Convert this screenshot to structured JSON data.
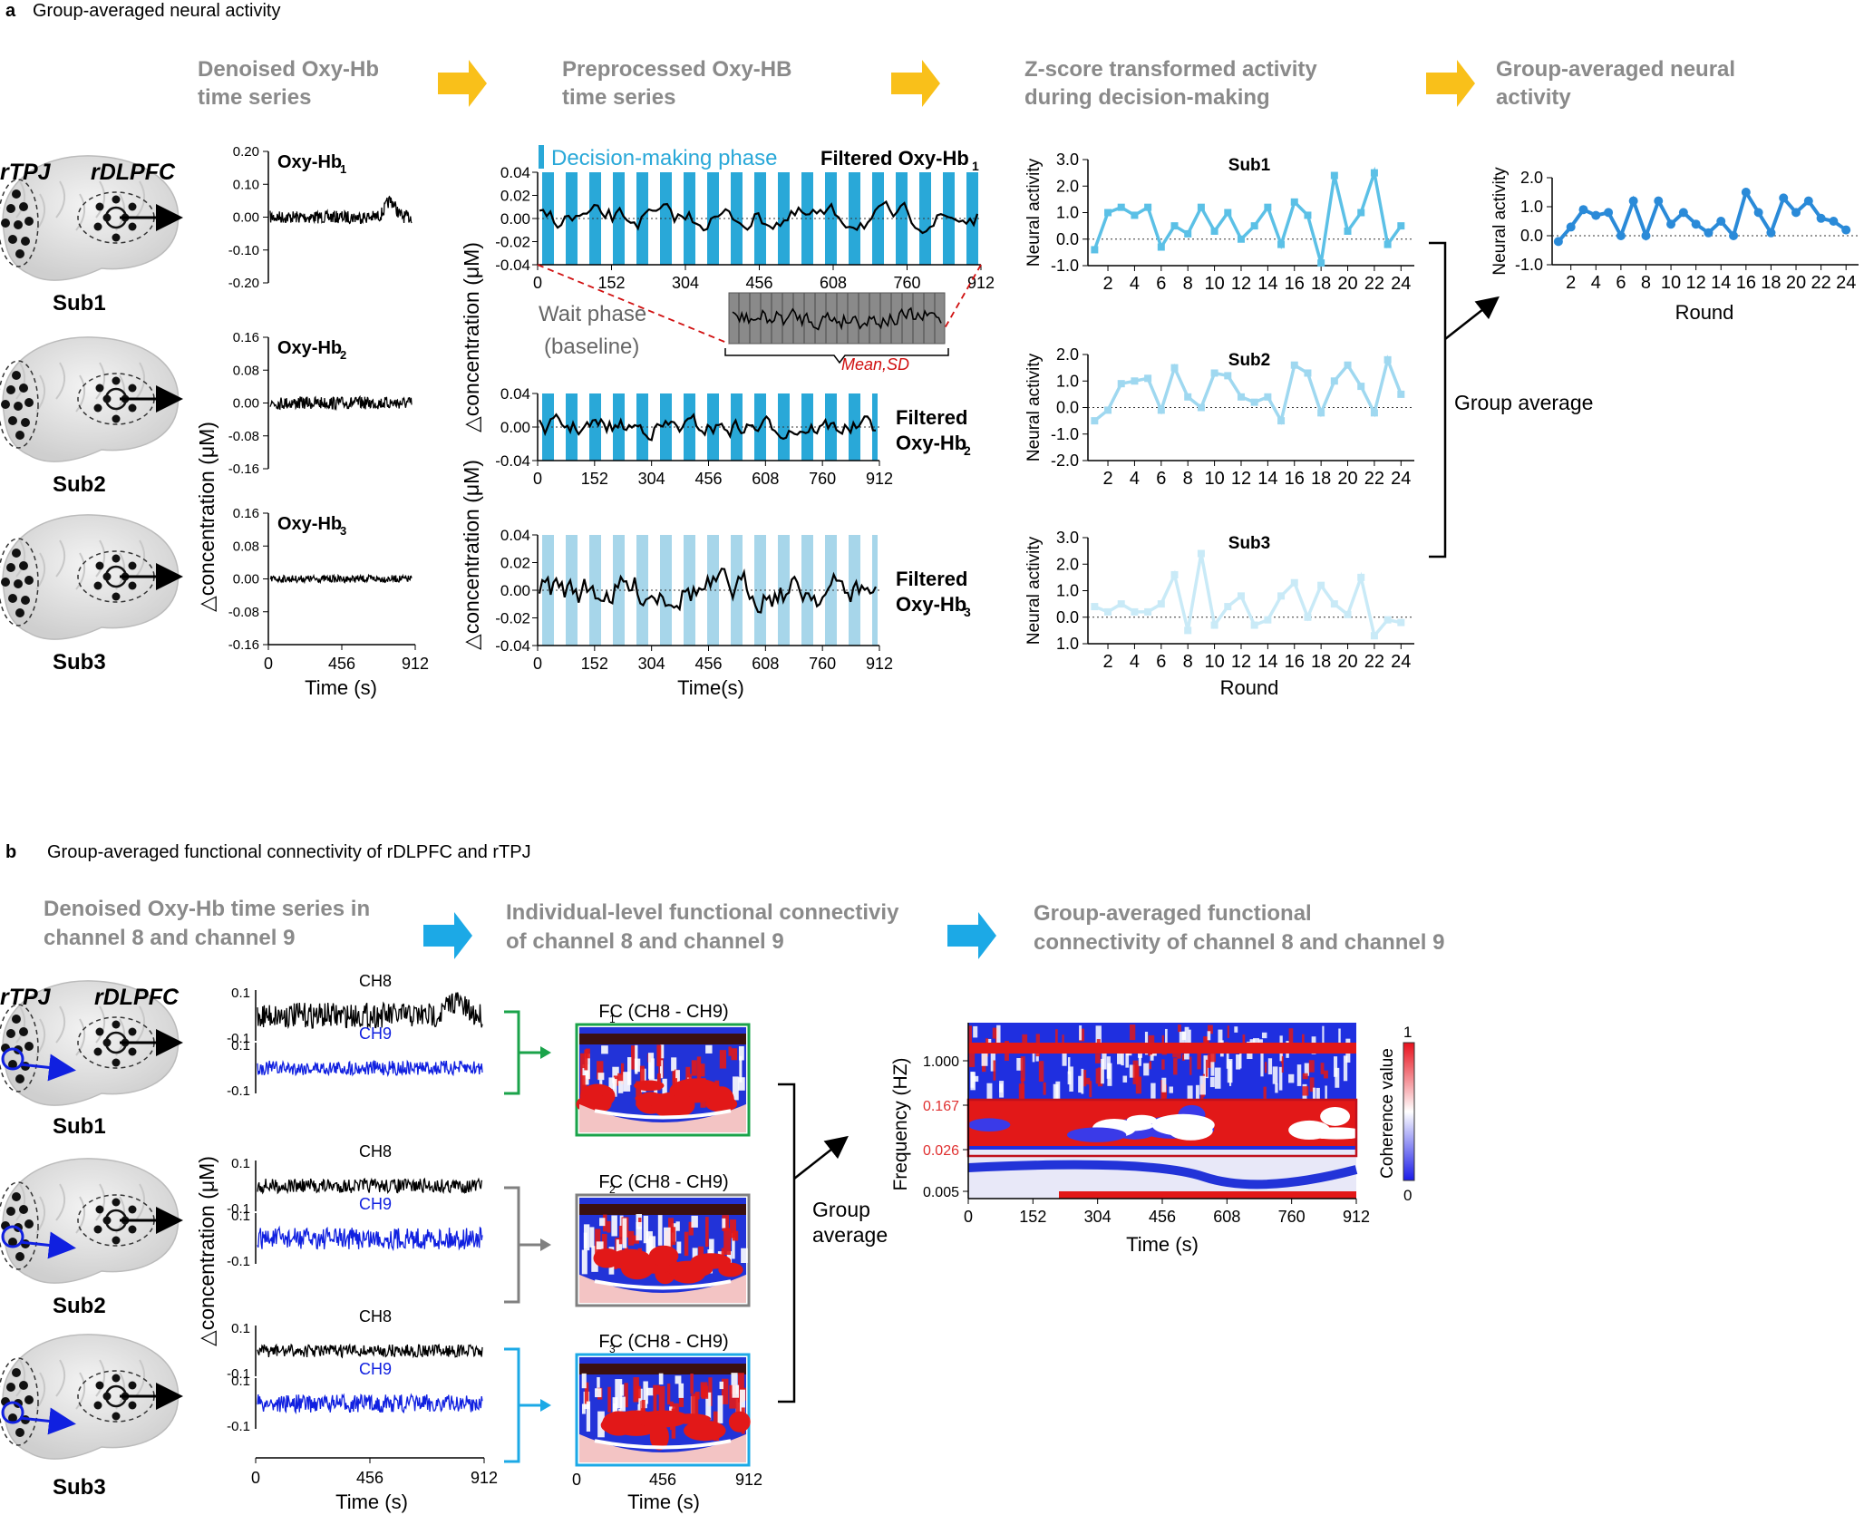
{
  "panel_a": {
    "letter": "a",
    "title": "Group-averaged neural activity",
    "steps": [
      {
        "line1": "Denoised Oxy-Hb",
        "line2": "time series"
      },
      {
        "line1": "Preprocessed Oxy-HB",
        "line2": " time series"
      },
      {
        "line1": "Z-score transformed activity",
        "line2": "during decision-making"
      },
      {
        "line1": "Group-averaged neural",
        "line2": "activity"
      }
    ],
    "regions": {
      "left": "rTPJ",
      "right": "rDLPFC"
    },
    "subjects": [
      "Sub1",
      "Sub2",
      "Sub3"
    ],
    "raw_panels": {
      "labels": [
        "Oxy-Hb1",
        "Oxy-Hb2",
        "Oxy-Hb3"
      ],
      "ylabel": "△concentration (μM)",
      "xlabel": "Time (s)",
      "xticks": [
        "0",
        "456",
        "912"
      ],
      "yticks": [
        [
          "0.20",
          "0.10",
          "0.00",
          "-0.10",
          "-0.20"
        ],
        [
          "0.16",
          "0.08",
          "0.00",
          "-0.08",
          "-0.16"
        ],
        [
          "0.16",
          "0.08",
          "0.00",
          "-0.08",
          "-0.16"
        ]
      ]
    },
    "filtered_panels": {
      "labels": [
        "Filtered Oxy-Hb1",
        "Filtered Oxy-Hb2",
        "Filtered Oxy-Hb3"
      ],
      "ylabel": "△concentration (μM)",
      "xlabel": "Time(s)",
      "xticks": [
        "0",
        "152",
        "304",
        "456",
        "608",
        "760",
        "912"
      ],
      "yticks": [
        "0.04",
        "0.02",
        "0.00",
        "-0.02",
        "-0.04"
      ],
      "legend_decision": "Decision-making phase",
      "wait_phase": "Wait phase",
      "baseline": "(baseline)",
      "mean_sd": "Mean,SD"
    },
    "zscore_panels": {
      "titles": [
        "Sub1",
        "Sub2",
        "Sub3"
      ],
      "ylabel": "Neural activity",
      "xlabel": "Round",
      "xticks": [
        "2",
        "4",
        "6",
        "8",
        "10",
        "12",
        "14",
        "16",
        "18",
        "20",
        "22",
        "24"
      ],
      "yticks": [
        [
          "3.0",
          "2.0",
          "1.0",
          "0.0",
          "-1.0"
        ],
        [
          "2.0",
          "1.0",
          "0.0",
          "-1.0",
          "-2.0"
        ],
        [
          "3.0",
          "2.0",
          "1.0",
          "0.0",
          "1.0"
        ]
      ],
      "colors": [
        "#5bc0e6",
        "#9fd8f0",
        "#c9eaf7"
      ]
    },
    "group_avg_label": "Group average",
    "group_panel": {
      "ylabel": "Neural activity",
      "xlabel": "Round",
      "yticks": [
        "2.0",
        "1.0",
        "0.0",
        "-1.0"
      ],
      "xticks": [
        "2",
        "4",
        "6",
        "8",
        "10",
        "12",
        "14",
        "16",
        "18",
        "20",
        "22",
        "24"
      ],
      "color": "#2a8ad8"
    }
  },
  "panel_b": {
    "letter": "b",
    "title": "Group-averaged functional connectivity of rDLPFC and rTPJ",
    "steps": [
      {
        "line1": "Denoised Oxy-Hb time series in",
        "line2": "channel 8 and channel 9"
      },
      {
        "line1": "Individual-level functional connectiviy",
        "line2": "of channel 8 and channel 9"
      },
      {
        "line1": "Group-averaged functional",
        "line2": "connectivity of channel 8 and channel 9"
      }
    ],
    "regions": {
      "left": "rTPJ",
      "right": "rDLPFC"
    },
    "subjects": [
      "Sub1",
      "Sub2",
      "Sub3"
    ],
    "channel_labels": {
      "ch8": "CH8",
      "ch9": "CH9"
    },
    "ts_yticks": [
      "0.1",
      "-0.1"
    ],
    "ylabel": "△concentration (μM)",
    "ts_xticks": [
      "0",
      "456",
      "912"
    ],
    "xlabel": "Time (s)",
    "fc_labels": [
      "FC1 (CH8 - CH9)",
      "FC2 (CH8 - CH9)",
      "FC3 (CH8 - CH9)"
    ],
    "fc_colors": [
      "#1aa34a",
      "#808080",
      "#1ca9e6"
    ],
    "fc_xticks": [
      "0",
      "456",
      "912"
    ],
    "group_avg_label_1": "Group",
    "group_avg_label_2": "average",
    "final": {
      "ylabel": "Frequency (HZ)",
      "yticks": [
        "1.000",
        "0.167",
        "0.026",
        "0.005"
      ],
      "red_ticks_color": "#e03030",
      "xticks": [
        "0",
        "152",
        "304",
        "456",
        "608",
        "760",
        "912"
      ],
      "xlabel": "Time (s)",
      "colorbar_label": "Coherence value",
      "colorbar_max": "1",
      "colorbar_min": "0"
    }
  },
  "colors": {
    "heading_gray": "#8a8a8a",
    "arrow_orange": "#f9c01a",
    "arrow_blue": "#1ca9e6",
    "cyan_bar": "#29a8d8",
    "blue_trace": "#1020e0"
  }
}
